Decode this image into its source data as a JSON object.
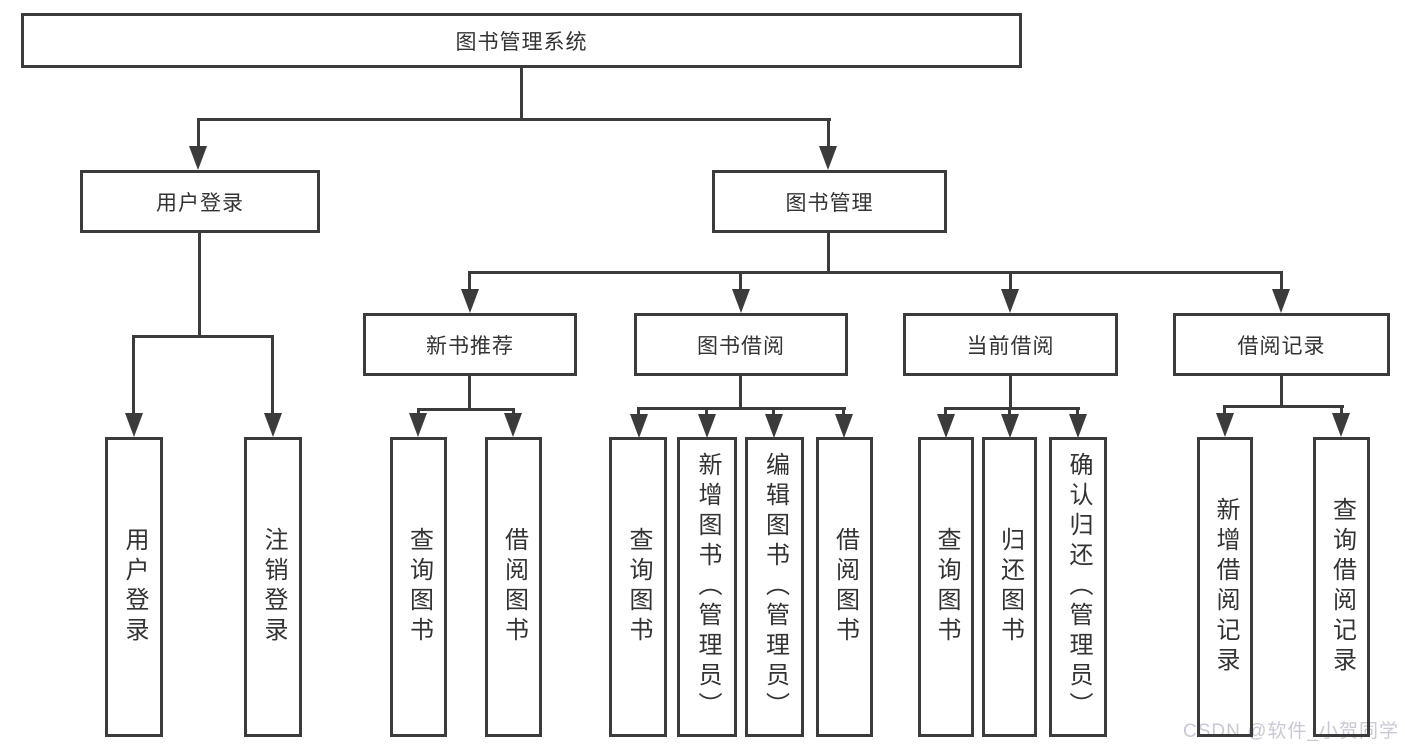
{
  "diagram": {
    "title": "图书管理系统",
    "type": "functional-structure-tree",
    "colors": {
      "line": "#3b3b3b",
      "box_border": "#3b3b3b",
      "box_fill": "#ffffff",
      "text": "#333333",
      "watermark": "#c9c9d6",
      "background": "#ffffff"
    }
  },
  "nodes": {
    "root": "图书管理系统",
    "user_login": "用户登录",
    "book_management": "图书管理",
    "new_book_recommend": "新书推荐",
    "book_borrowing": "图书借阅",
    "current_borrowing": "当前借阅",
    "borrowing_records": "借阅记录",
    "user_login_action": "用户登录",
    "logout_action": "注销登录",
    "recommend_query_books": "查询图书",
    "recommend_borrow_books": "借阅图书",
    "borrowing_query_books": "查询图书",
    "borrowing_add_books": "新增图书（管理员）",
    "borrowing_edit_books": "编辑图书（管理员）",
    "borrowing_borrow_books": "借阅图书",
    "current_query_books": "查询图书",
    "current_return_books": "归还图书",
    "current_confirm_return": "确认归还（管理员）",
    "records_add_record": "新增借阅记录",
    "records_query_record": "查询借阅记录"
  },
  "watermark": "CSDN @软件_小贺同学"
}
